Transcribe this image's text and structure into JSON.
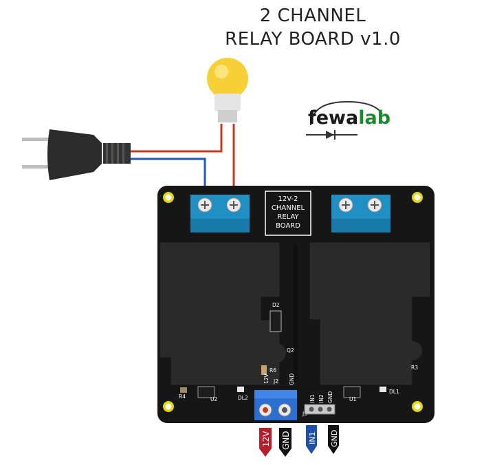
{
  "title": {
    "line1": "2 CHANNEL",
    "line2": "RELAY BOARD v1.0"
  },
  "logo": {
    "part1": "fewa",
    "part2": "lab"
  },
  "board": {
    "silk_label": [
      "12V-2",
      "CHANNEL",
      "RELAY",
      "BOARD"
    ],
    "components": [
      "D2",
      "Q2",
      "R6",
      "R4",
      "U2",
      "DL2",
      "J2",
      "U1",
      "DL1",
      "R3",
      "J3"
    ],
    "header_j2_labels": [
      "12V",
      "GND"
    ],
    "header_j3_labels": [
      "IN1",
      "IN2",
      "GND"
    ]
  },
  "wire_tags": [
    {
      "text": "12V",
      "color": "#b3202a"
    },
    {
      "text": "GND",
      "color": "#111111"
    },
    {
      "text": "IN1",
      "color": "#1f4fa8"
    },
    {
      "text": "GND",
      "color": "#111111"
    }
  ],
  "colors": {
    "board": "#161616",
    "relay": "#2a2a2a",
    "terminal": "#1f8fc4",
    "pad": "#e6d800",
    "live_wire": "#c23b1e",
    "neutral_wire": "#1f56c4"
  }
}
